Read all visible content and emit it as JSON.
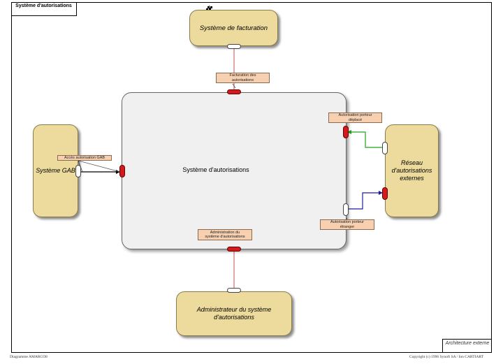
{
  "diagram": {
    "title": "Système d'autorisations",
    "frame_label": "Architecture externe",
    "footer_left": "Diagramme AMARCO8",
    "footer_right": "Copyright (c) 1996 Synoft SA / Ion CARTIART",
    "core": {
      "label": "Système d'autorisations"
    },
    "entities": {
      "facturation": "Système de facturation",
      "gab": "Système GAB",
      "reseau": "Réseau d'autorisations externes",
      "admin": "Administrateur du système d'autorisations"
    },
    "flows": {
      "facturation": "Facturation des autorisations",
      "gab": "Accès autorisation GAB",
      "porteur_deplace": "Autorisation porteur déplacé",
      "porteur_etranger": "Autorisation porteur étranger",
      "admin": "Administration du système d'autorisations"
    },
    "colors": {
      "entity_fill": "#ecdb9c",
      "core_fill": "#f0f0f0",
      "flow_fill": "#f6d0b0",
      "port_red": "#d41a1a",
      "link_green": "#1ca31c",
      "link_blue": "#1a1aa8"
    },
    "icons": [
      "checkered-flag-icon"
    ]
  }
}
